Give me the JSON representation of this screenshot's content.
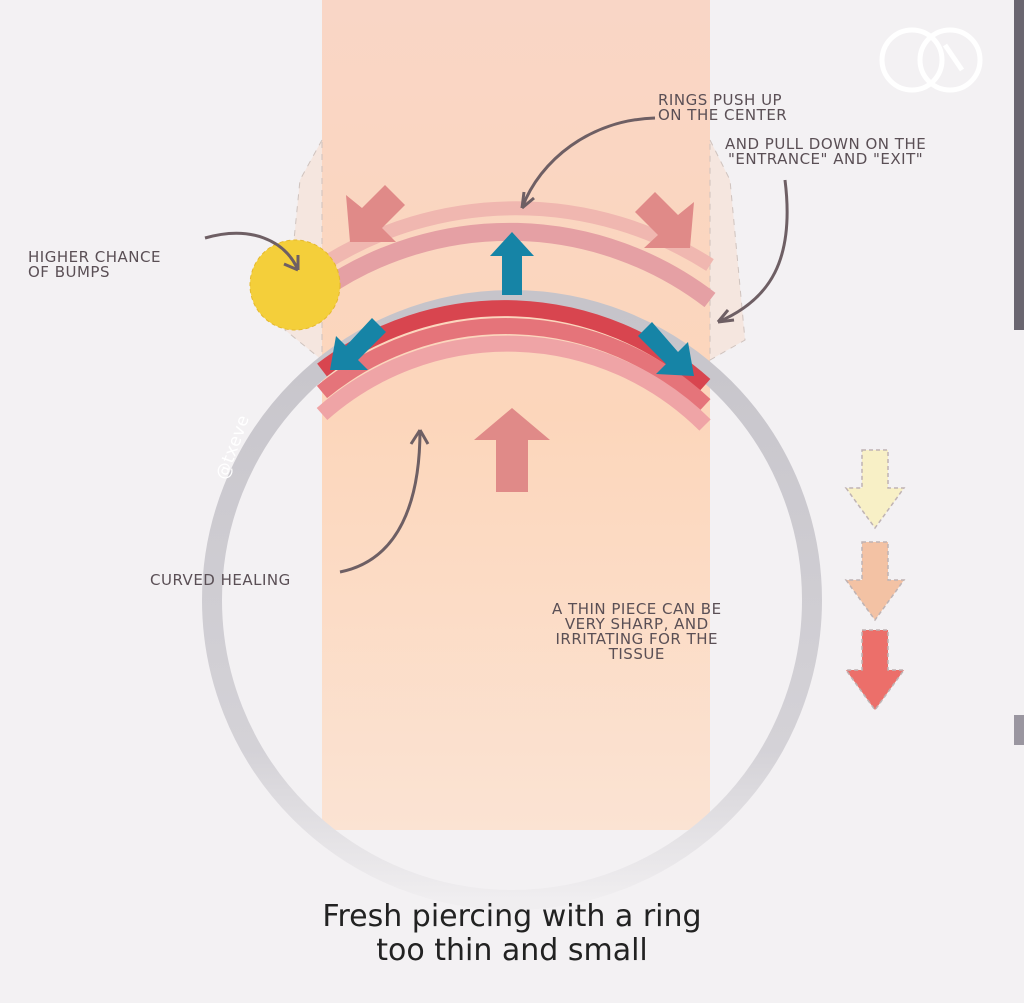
{
  "labels": {
    "rings_push": "RINGS PUSH UP\nON THE CENTER",
    "pull_down": "AND PULL DOWN ON THE\n\"ENTRANCE\" AND \"EXIT\"",
    "bumps": "HIGHER CHANCE\nOF BUMPS",
    "curved": "CURVED HEALING",
    "thin_piece": "A THIN PIECE CAN BE\nVERY SHARP, AND\nIRRITATING FOR THE\nTISSUE",
    "watermark": "@txeve"
  },
  "title": "Fresh piercing with a ring\ntoo thin and small",
  "colors": {
    "tissue": "#fcd7bd",
    "ring": "#c9c7cd",
    "arrow_blue": "#1684a6",
    "arrow_pink": "#e08a88",
    "bump": "#f4cf3a"
  }
}
